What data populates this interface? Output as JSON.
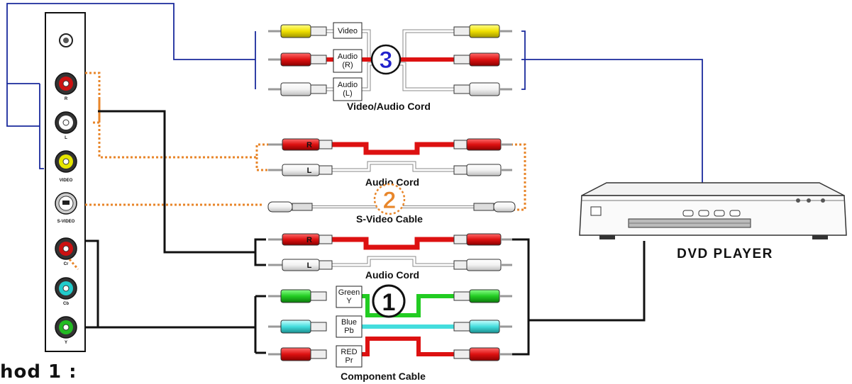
{
  "panel": {
    "jacks": [
      {
        "label": "R",
        "color": "#cc1111"
      },
      {
        "label": "L",
        "color": "#ffffff"
      },
      {
        "label": "VIDEO",
        "color": "#e6e600"
      },
      {
        "label": "S-VIDEO",
        "color": "#cccccc"
      },
      {
        "label": "Cr",
        "color": "#cc1111"
      },
      {
        "label": "Cb",
        "color": "#22cccc"
      },
      {
        "label": "Y",
        "color": "#22bb22"
      }
    ]
  },
  "cables": {
    "video_audio": {
      "title": "Video/Audio Cord",
      "tags": [
        "Video",
        "Audio\n(R)",
        "Audio\n(L)"
      ],
      "badge": "3",
      "colors": [
        "#f0e000",
        "#dd1111",
        "#ffffff"
      ]
    },
    "audio_cord_top": {
      "title": "Audio Cord",
      "tags": [
        "R",
        "L"
      ]
    },
    "svideo": {
      "title": "S-Video  Cable",
      "badge": "2"
    },
    "audio_cord_bottom": {
      "title": "Audio Cord",
      "tags": [
        "R",
        "L"
      ]
    },
    "component": {
      "title": "Component Cable",
      "tags": [
        "Green\nY",
        "Blue\nPb",
        "RED\nPr"
      ],
      "badge": "1",
      "colors": [
        "#22cc22",
        "#44dddd",
        "#dd1111"
      ]
    }
  },
  "dvd": {
    "label": "DVD PLAYER"
  },
  "heading": "hod 1 :"
}
